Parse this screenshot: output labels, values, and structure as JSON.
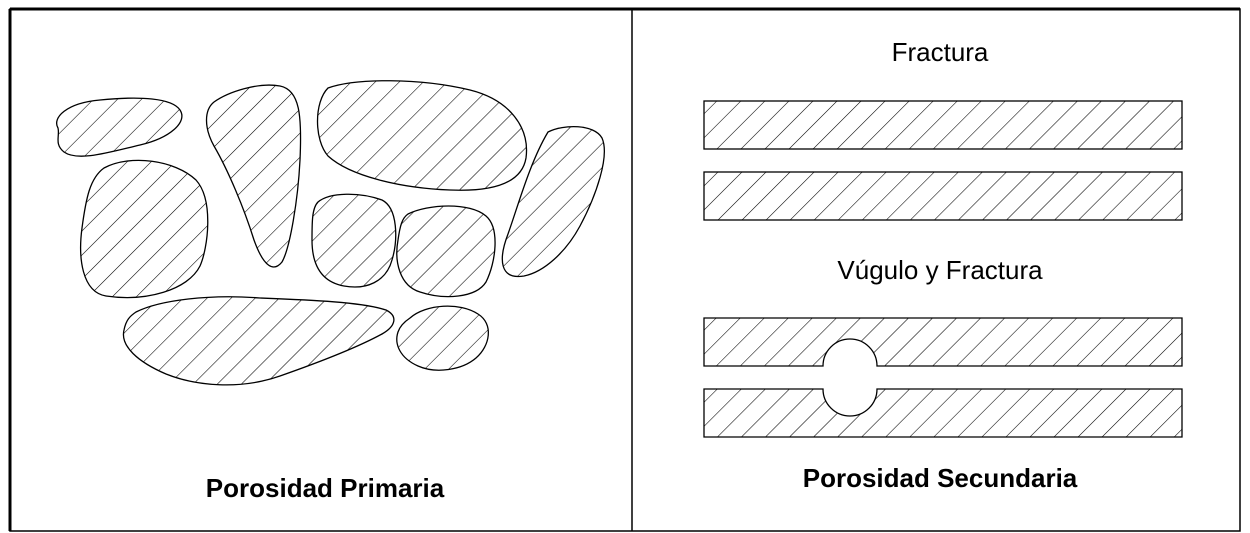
{
  "panels": {
    "primary": {
      "caption": "Porosidad Primaria"
    },
    "secondary": {
      "caption": "Porosidad Secundaria",
      "fracture_label": "Fractura",
      "vug_fracture_label": "Vúgulo y Fractura"
    }
  },
  "colors": {
    "line": "#000000",
    "background": "#ffffff"
  }
}
